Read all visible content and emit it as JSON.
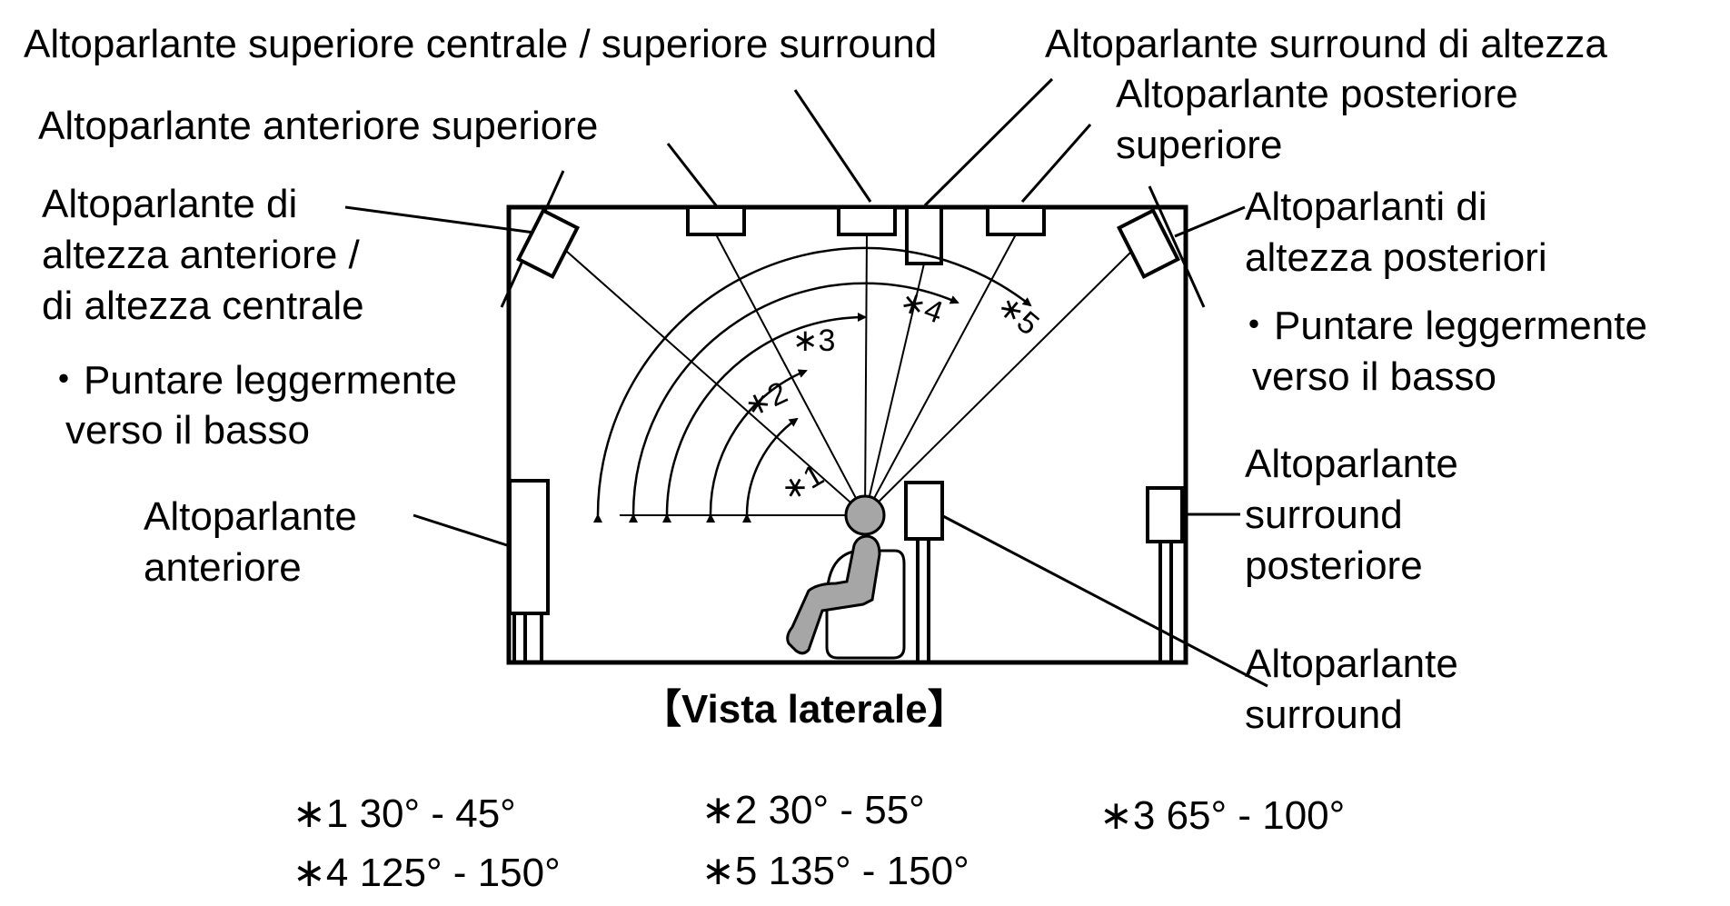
{
  "labels": {
    "top_center_surround": "Altoparlante superiore centrale / superiore surround",
    "surround_height": "Altoparlante surround di altezza",
    "rear_top_1": "Altoparlante posteriore",
    "rear_top_2": "superiore",
    "front_top": "Altoparlante anteriore superiore",
    "front_height_1": "Altoparlante di",
    "front_height_2": "altezza anteriore /",
    "front_height_3": "di altezza centrale",
    "front_height_note_1": "・Puntare leggermente",
    "front_height_note_2": "verso il basso",
    "rear_height_1": "Altoparlanti di",
    "rear_height_2": "altezza posteriori",
    "rear_height_note_1": "・Puntare leggermente",
    "rear_height_note_2": "verso il basso",
    "front_1": "Altoparlante",
    "front_2": "anteriore",
    "surround_back_1": "Altoparlante",
    "surround_back_2": "surround",
    "surround_back_3": "posteriore",
    "surround_1": "Altoparlante",
    "surround_2": "surround",
    "view_title": "【Vista laterale】"
  },
  "angle_marks": [
    "∗1",
    "∗2",
    "∗3",
    "∗4",
    "∗5"
  ],
  "angle_notes": [
    {
      "mark": "∗1",
      "range": "30° - 45°"
    },
    {
      "mark": "∗2",
      "range": "30° - 55°"
    },
    {
      "mark": "∗3",
      "range": "65° - 100°"
    },
    {
      "mark": "∗4",
      "range": "125° - 150°"
    },
    {
      "mark": "∗5",
      "range": "135° - 150°"
    }
  ],
  "colors": {
    "line": "#000000",
    "person": "#a6a6a6",
    "background": "#ffffff"
  }
}
